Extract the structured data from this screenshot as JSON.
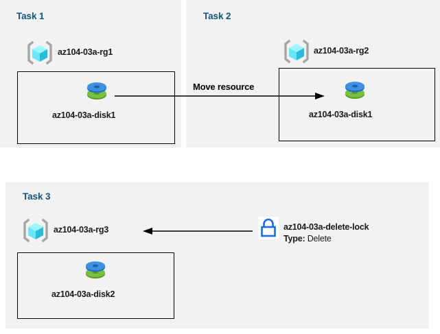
{
  "diagram": {
    "background": "#ffffff",
    "panel_bg": "#f2f2f2",
    "title_color": "#15537f",
    "border_color": "#000000",
    "panels": [
      {
        "id": "task1",
        "title": "Task 1",
        "resource_group": "az104-03a-rg1",
        "resource": "az104-03a-disk1"
      },
      {
        "id": "task2",
        "title": "Task 2",
        "resource_group": "az104-03a-rg2",
        "resource": "az104-03a-disk1"
      },
      {
        "id": "task3",
        "title": "Task 3",
        "resource_group": "az104-03a-rg3",
        "resource": "az104-03a-disk2"
      }
    ],
    "arrows": [
      {
        "id": "move-resource",
        "label": "Move resource",
        "direction": "right"
      },
      {
        "id": "lock-applies-to-rg3",
        "label": "",
        "direction": "left"
      }
    ],
    "lock": {
      "name": "az104-03a-delete-lock",
      "type_label": "Type:",
      "type_value": "Delete",
      "icon_color": "#1a6ddb"
    },
    "icons": {
      "resource_group": "resource-group-cube-icon",
      "disk": "managed-disk-icon",
      "lock": "padlock-icon"
    }
  }
}
